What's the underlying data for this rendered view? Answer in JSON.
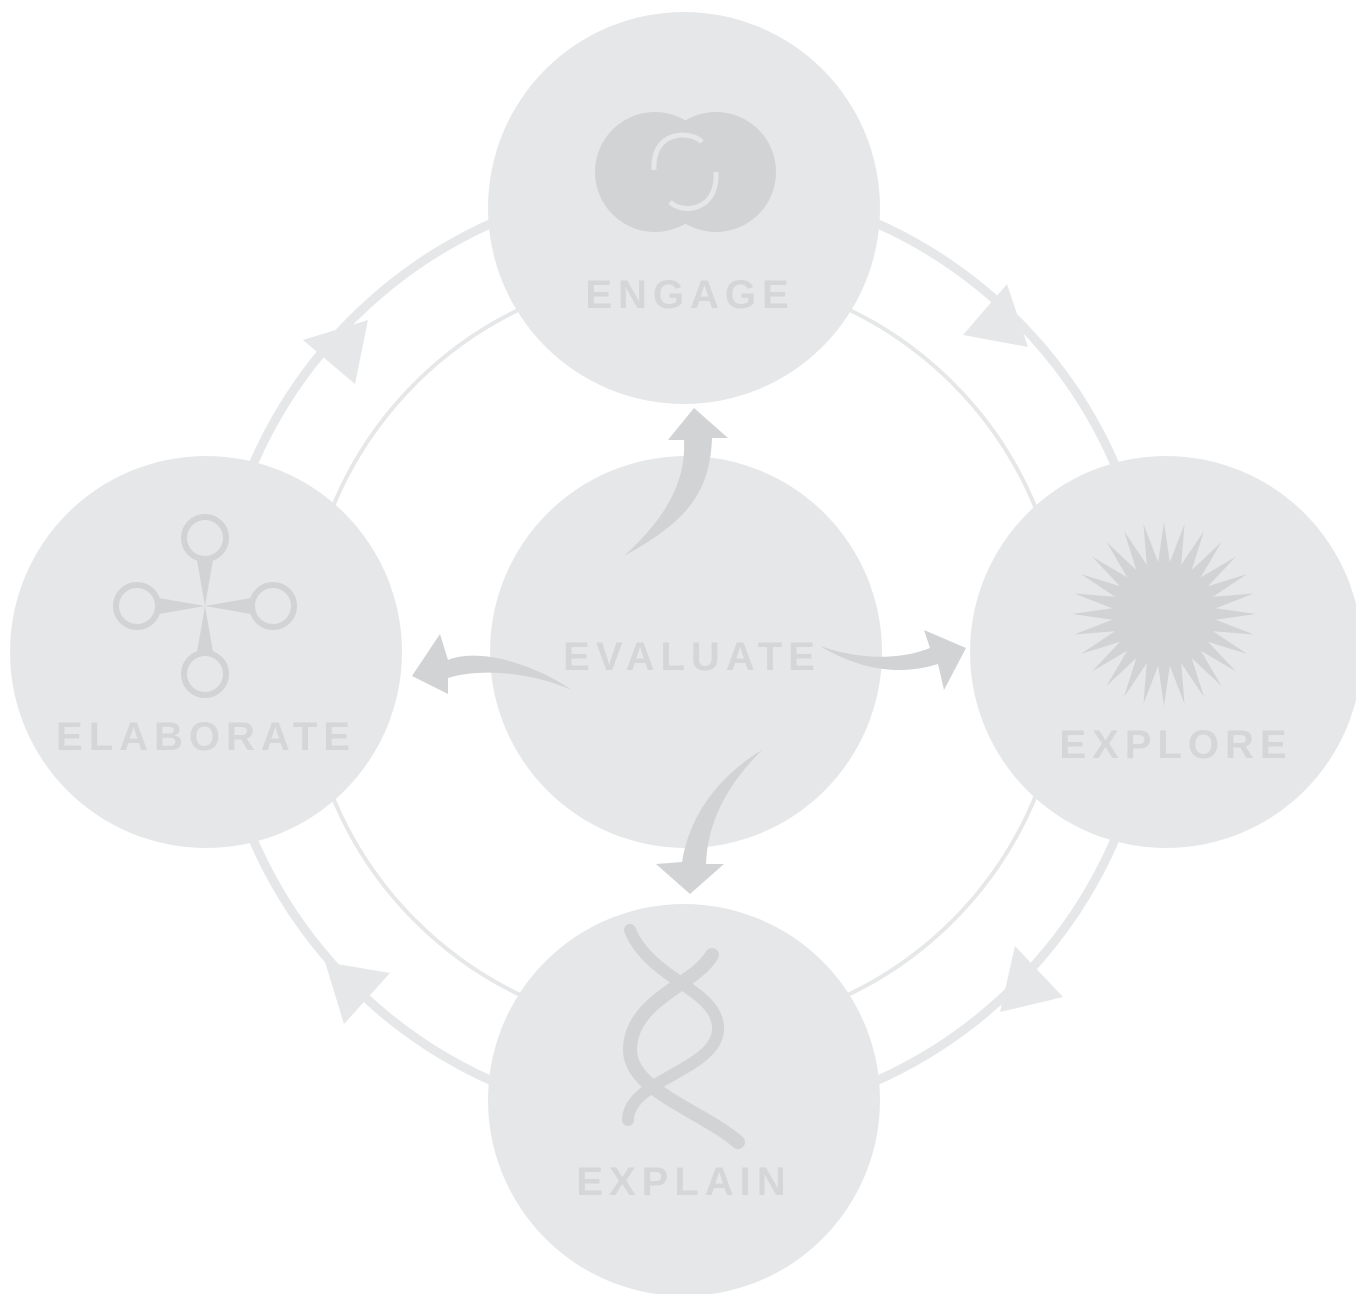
{
  "stages": {
    "engage": "ENGAGE",
    "explore": "EXPLORE",
    "explain": "EXPLAIN",
    "elaborate": "ELABORATE",
    "evaluate": "EVALUATE"
  },
  "icons": {
    "engage": "interlocking-circles-icon",
    "explore": "starburst-icon",
    "explain": "dna-helix-icon",
    "elaborate": "molecule-cross-icon"
  },
  "colors": {
    "circle_fill": "#e6e7e8",
    "icon_fill": "#d1d3d4",
    "ring_stroke": "#e6e7e8",
    "label_fill": "#d4d6d8",
    "evaluate_arrow_fill": "#d1d3d4"
  }
}
